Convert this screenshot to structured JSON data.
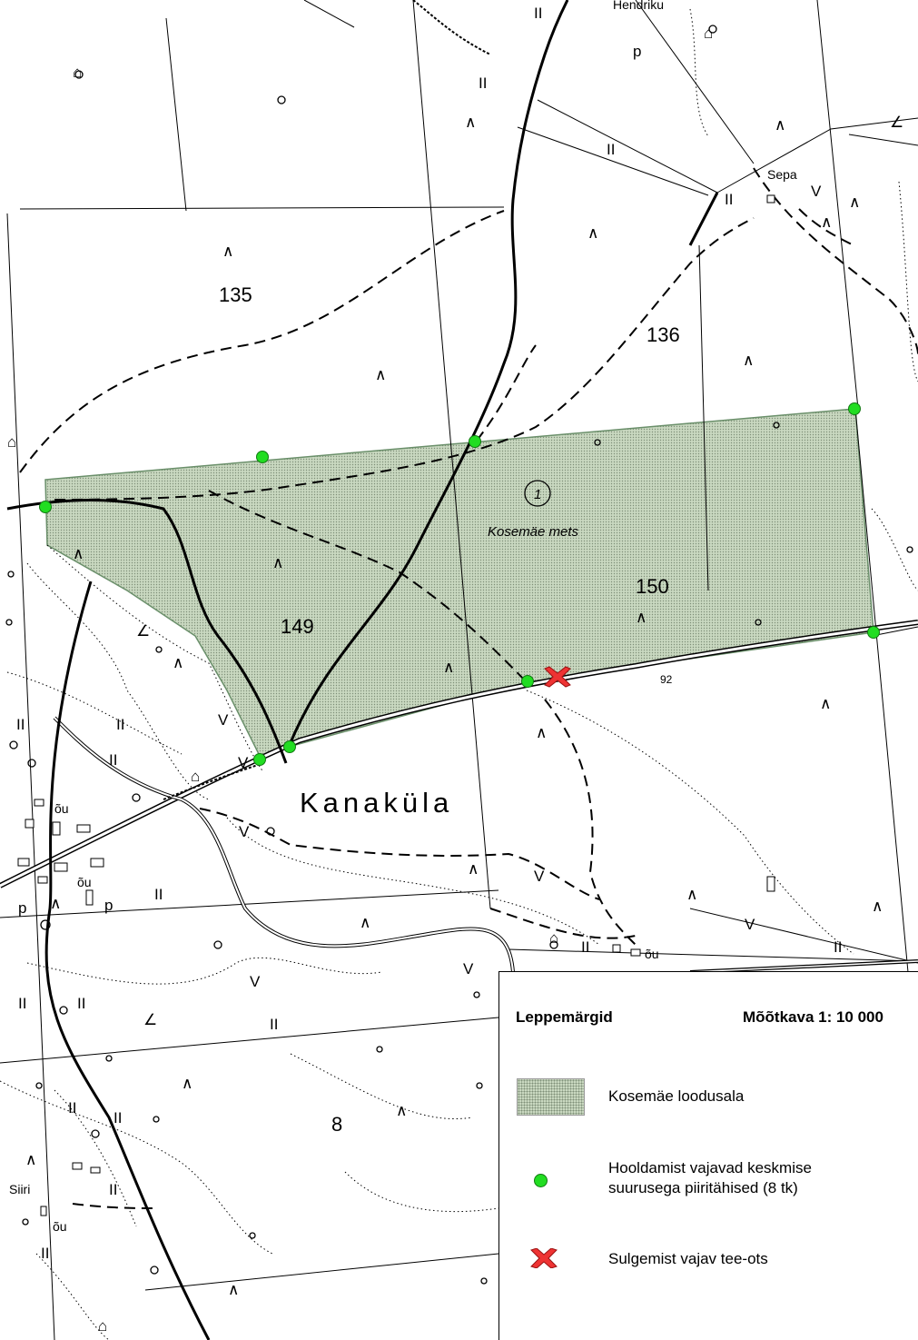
{
  "map": {
    "labels": {
      "top_place": "Hendriku",
      "sepa": "Sepa",
      "siiri": "Siiri",
      "village": "Kanaküla",
      "site_number": "1",
      "forest_name": "Kosemäe mets",
      "road_number": "92"
    },
    "compartments": [
      "135",
      "136",
      "149",
      "150",
      "8"
    ],
    "colors": {
      "protected_area_fill": "#c9d8c0",
      "marker_fill": "#22dd22",
      "cross_fill": "#ee3333"
    },
    "boundary_markers_count": 8
  },
  "legend": {
    "title": "Leppemärgid",
    "scale": "Mõõtkava 1: 10 000",
    "items": [
      {
        "label": "Kosemäe loodusala"
      },
      {
        "label": "Hooldamist vajavad keskmise suurusega piiritähised (8 tk)"
      },
      {
        "label": "Sulgemist vajav tee-ots"
      }
    ]
  }
}
